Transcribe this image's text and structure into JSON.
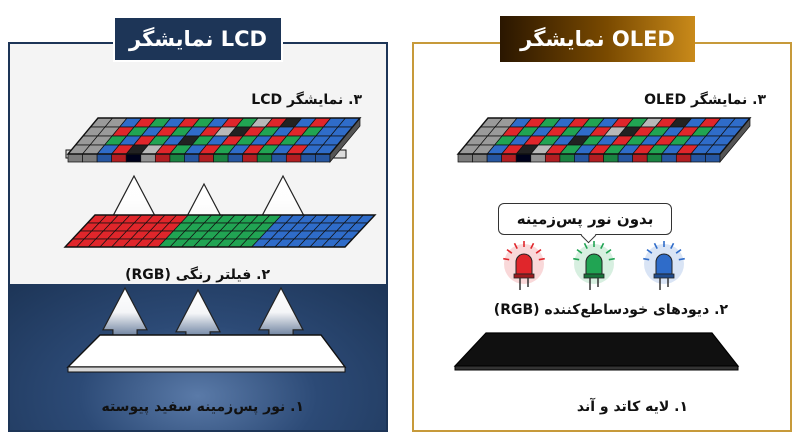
{
  "lcd": {
    "title": "نمایشگر LCD",
    "label_display": "۳. نمایشگر LCD",
    "label_filter": "۲. فیلتر رنگی (RGB)",
    "label_backlight": "۱. نور پس‌زمینه سفید پیوسته"
  },
  "oled": {
    "title": "نمایشگر OLED",
    "label_display": "۳. نمایشگر OLED",
    "callout": "بدون نور پس‌زمینه",
    "label_diodes": "۲. دیودهای خودساطع‌کننده (RGB)",
    "label_cathode": "۱. لایه کاتد و آند"
  },
  "colors": {
    "lcd_dark": "#1d3557",
    "oled_gold": "#c79a3a",
    "red": "#e0262b",
    "green": "#21a453",
    "blue": "#2f6cc9",
    "grey": "#9a9a9a"
  },
  "icons": [
    "led-red-icon",
    "led-green-icon",
    "led-blue-icon",
    "up-arrow-icon"
  ]
}
